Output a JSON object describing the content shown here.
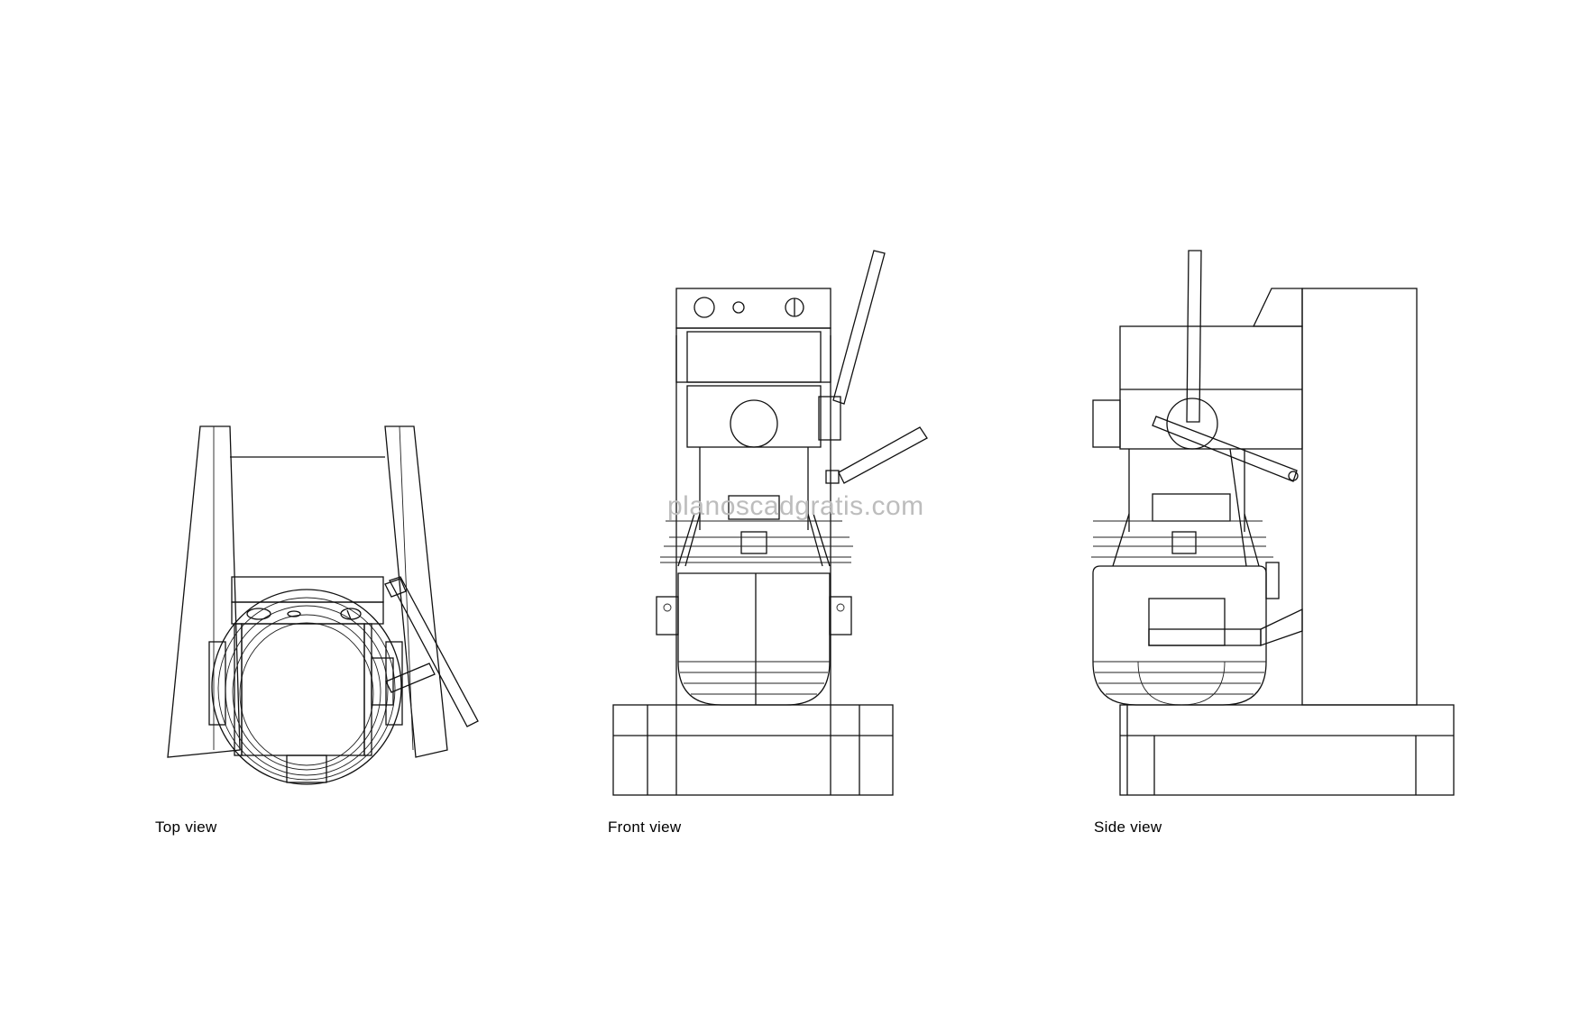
{
  "watermark": "planoscadgratis.com",
  "views": {
    "top": {
      "label": "Top view"
    },
    "front": {
      "label": "Front view"
    },
    "side": {
      "label": "Side view"
    }
  },
  "colors": {
    "line": "#111111",
    "background": "#ffffff",
    "watermark": "#bdbdbd"
  }
}
